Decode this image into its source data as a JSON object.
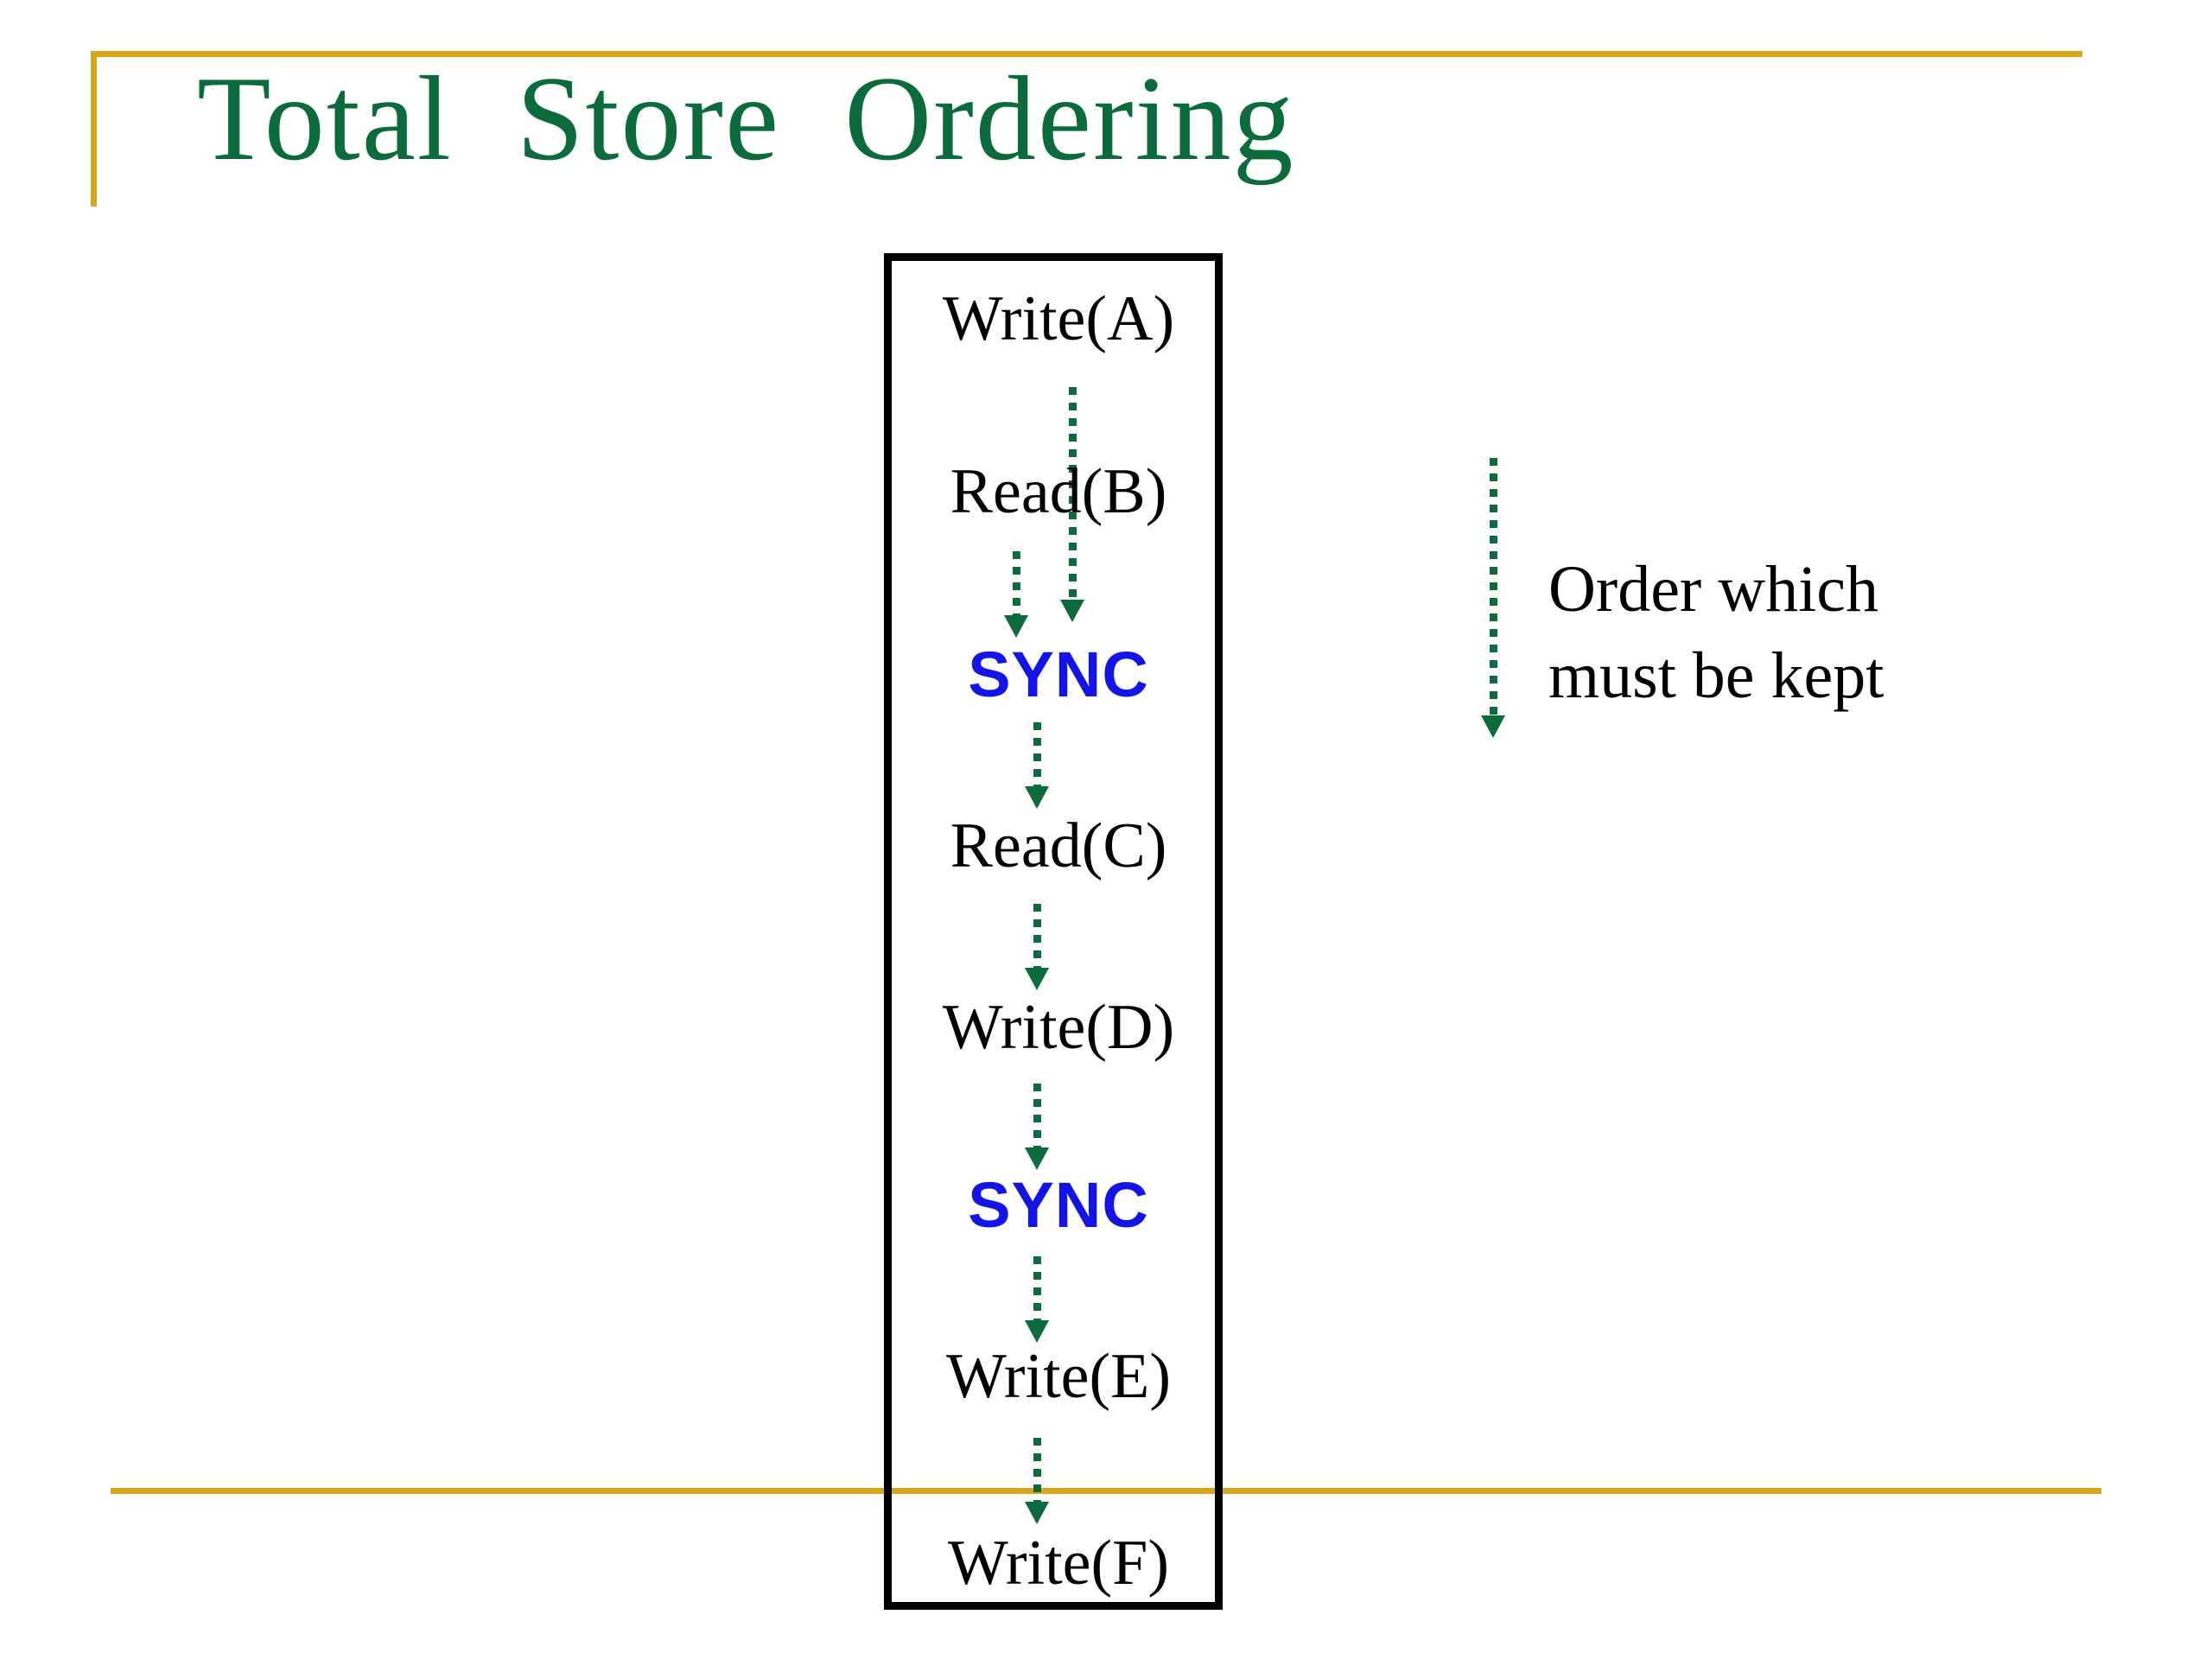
{
  "slide": {
    "title": "Total  Store  Ordering",
    "title_color": "#0B6B3A",
    "rule_color": "#D9A51A",
    "background": "#ffffff"
  },
  "program": {
    "box_border_color": "#000000",
    "operations": [
      {
        "label": "Write(A)",
        "kind": "write",
        "color": "#000000"
      },
      {
        "label": "Read(B)",
        "kind": "read",
        "color": "#000000"
      },
      {
        "label": "SYNC",
        "kind": "sync",
        "color": "#1414E6"
      },
      {
        "label": "Read(C)",
        "kind": "read",
        "color": "#000000"
      },
      {
        "label": "Write(D)",
        "kind": "write",
        "color": "#000000"
      },
      {
        "label": "SYNC",
        "kind": "sync",
        "color": "#1414E6"
      },
      {
        "label": "Write(E)",
        "kind": "write",
        "color": "#000000"
      },
      {
        "label": "Write(F)",
        "kind": "write",
        "color": "#000000"
      }
    ],
    "ordering_arrows": [
      {
        "from": "Write(A)",
        "to": "SYNC",
        "style": "dotted",
        "color": "#0B6B3A"
      },
      {
        "from": "Read(B)",
        "to": "SYNC",
        "style": "dotted",
        "color": "#0B6B3A"
      },
      {
        "from": "SYNC",
        "to": "Read(C)",
        "style": "dotted",
        "color": "#0B6B3A"
      },
      {
        "from": "Read(C)",
        "to": "Write(D)",
        "style": "dotted",
        "color": "#0B6B3A"
      },
      {
        "from": "Write(D)",
        "to": "SYNC",
        "style": "dotted",
        "color": "#0B6B3A"
      },
      {
        "from": "SYNC",
        "to": "Write(E)",
        "style": "dotted",
        "color": "#0B6B3A"
      },
      {
        "from": "Write(E)",
        "to": "Write(F)",
        "style": "dotted",
        "color": "#0B6B3A"
      }
    ]
  },
  "legend": {
    "caption": "Order which\nmust be kept",
    "arrow_color": "#0B6B3A",
    "arrow_style": "dotted"
  }
}
